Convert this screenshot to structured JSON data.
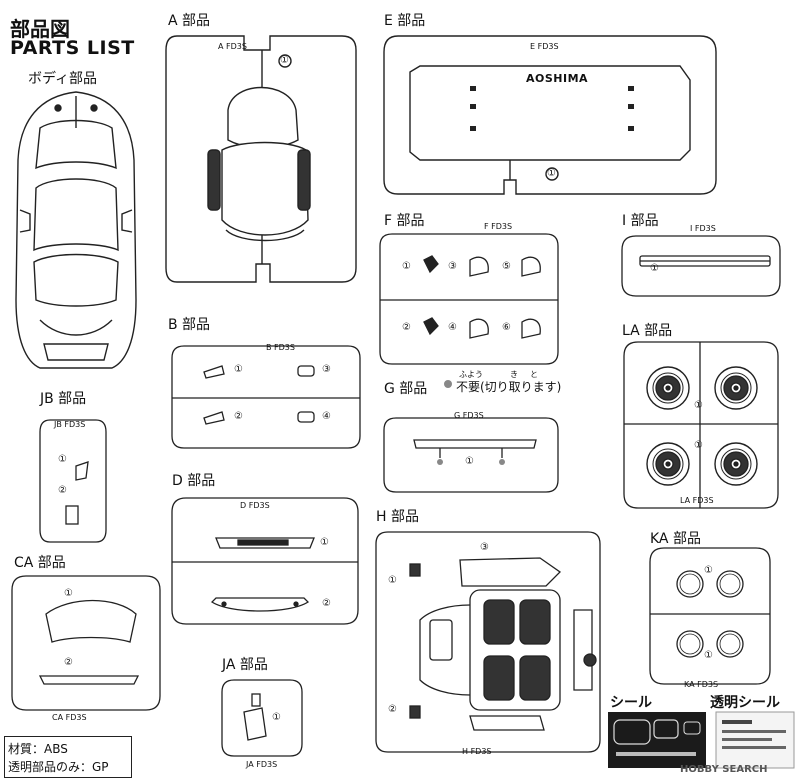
{
  "sheet": {
    "title_jp": "部品図",
    "title_en": "PARTS LIST",
    "body_label": "ボディ部品"
  },
  "runners": {
    "A": {
      "label": "A 部品",
      "tag_letter": "A",
      "tag_code": "FD3S",
      "parts": [
        "①"
      ]
    },
    "B": {
      "label": "B 部品",
      "tag_letter": "B",
      "tag_code": "FD3S",
      "parts": [
        "①",
        "②",
        "③",
        "④"
      ]
    },
    "D": {
      "label": "D 部品",
      "tag_letter": "D",
      "tag_code": "FD3S",
      "parts": [
        "①",
        "②"
      ]
    },
    "E": {
      "label": "E 部品",
      "tag_letter": "E",
      "tag_code": "FD3S",
      "parts": [
        "①"
      ],
      "brand": "AOSHIMA"
    },
    "F": {
      "label": "F 部品",
      "tag_letter": "F",
      "tag_code": "FD3S",
      "parts": [
        "①",
        "②",
        "③",
        "④",
        "⑤",
        "⑥"
      ]
    },
    "G": {
      "label": "G 部品",
      "tag_letter": "G",
      "tag_code": "FD3S",
      "parts": [
        "①"
      ]
    },
    "H": {
      "label": "H 部品",
      "tag_letter": "H",
      "tag_code": "FD3S",
      "parts": [
        "①",
        "②",
        "③"
      ]
    },
    "I": {
      "label": "I 部品",
      "tag_letter": "I",
      "tag_code": "FD3S",
      "parts": [
        "①"
      ]
    },
    "JA": {
      "label": "JA 部品",
      "tag_letter": "JA",
      "tag_code": "FD3S",
      "parts": [
        "①"
      ]
    },
    "JB": {
      "label": "JB 部品",
      "tag_letter": "JB",
      "tag_code": "FD3S",
      "parts": [
        "①",
        "②"
      ]
    },
    "CA": {
      "label": "CA 部品",
      "tag_letter": "CA",
      "tag_code": "FD3S",
      "parts": [
        "①",
        "②"
      ]
    },
    "LA": {
      "label": "LA 部品",
      "tag_letter": "LA",
      "tag_code": "FD3S",
      "parts": [
        "①",
        "①"
      ]
    },
    "KA": {
      "label": "KA 部品",
      "tag_letter": "KA",
      "tag_code": "FD3S",
      "parts": [
        "①",
        "①"
      ]
    }
  },
  "notes": {
    "unneeded_text": "不要(切り取ります)",
    "ruby_fuyou": "ふよう",
    "ruby_ki": "き",
    "ruby_to": "と"
  },
  "decals": {
    "seal_label": "シール",
    "clear_seal_label": "透明シール"
  },
  "material": {
    "line1": "材質：ABS",
    "line2": "透明部品のみ：GP"
  },
  "watermark": {
    "text": "HOBBY SEARCH"
  },
  "colors": {
    "line": "#222222",
    "unneeded_dot": "#888888",
    "decal_dark": "#1b1b1b"
  }
}
